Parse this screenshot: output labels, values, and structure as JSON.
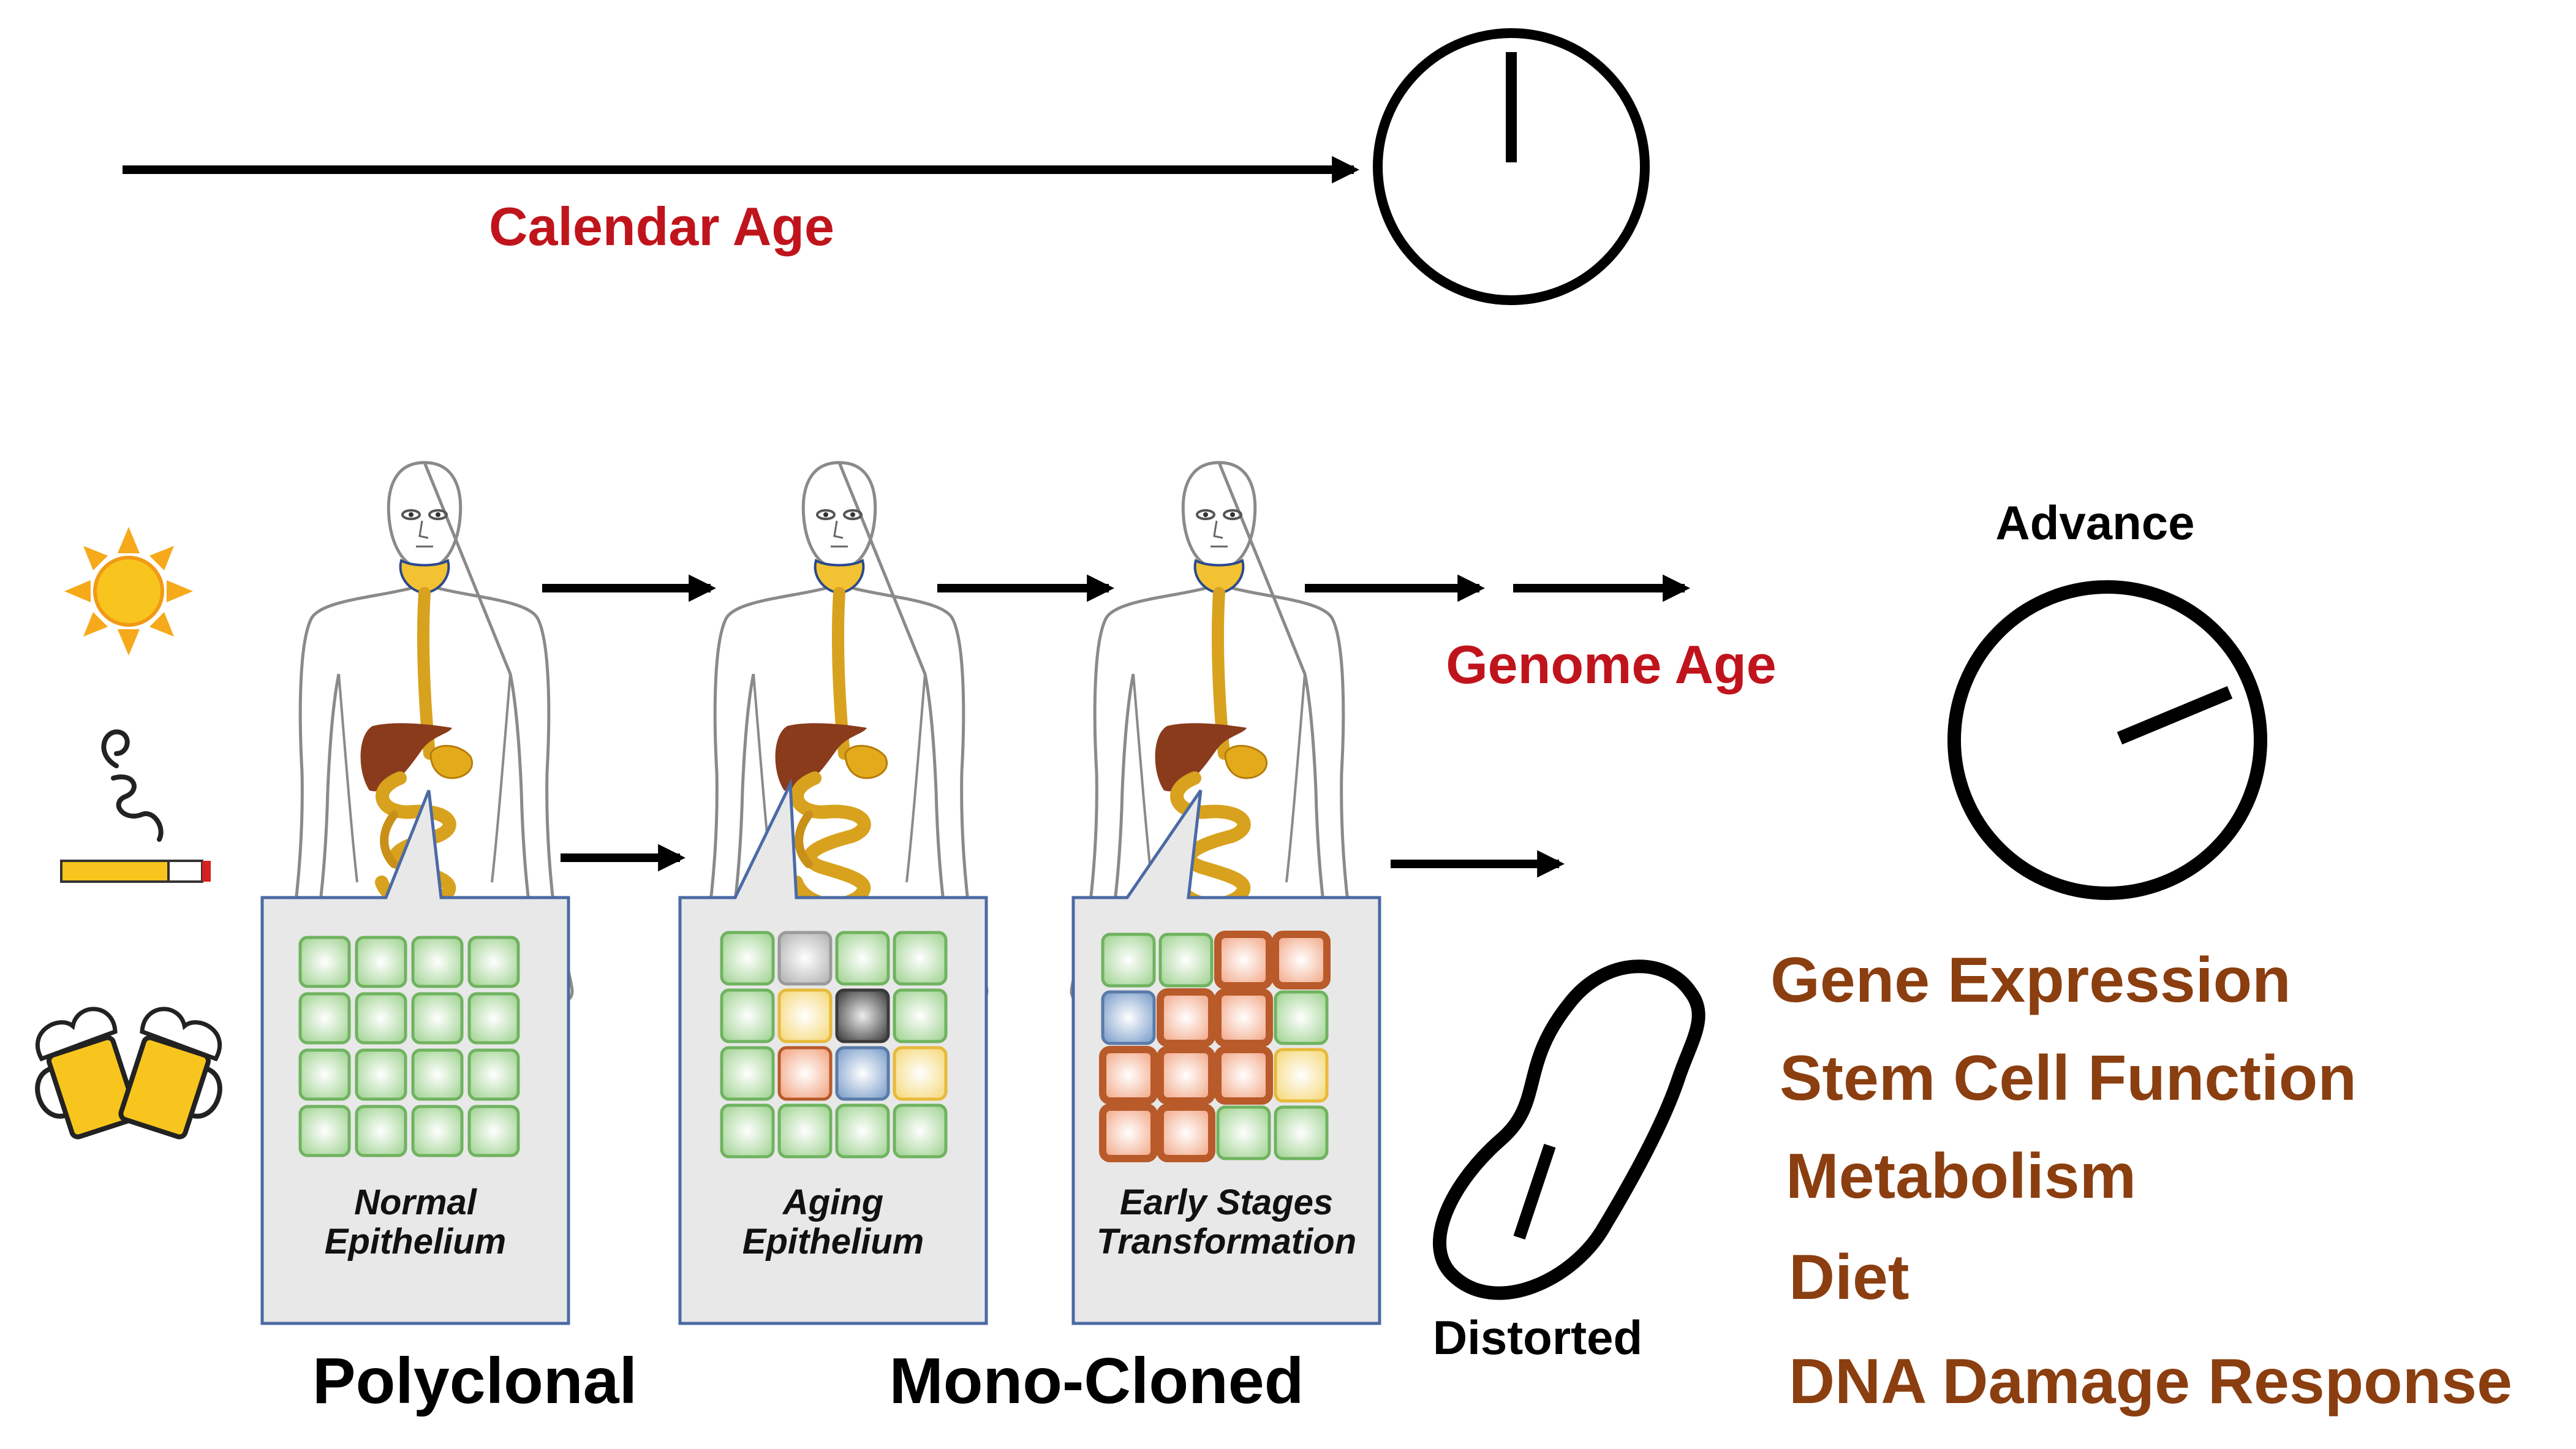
{
  "labels": {
    "calendar_age": "Calendar Age",
    "genome_age": "Genome Age",
    "advance": "Advance",
    "distorted": "Distorted",
    "polyclonal": "Polyclonal",
    "mono_cloned": "Mono-Cloned"
  },
  "panels": [
    {
      "line1": "Normal",
      "line2": "Epithelium"
    },
    {
      "line1": "Aging",
      "line2": "Epithelium"
    },
    {
      "line1": "Early Stages",
      "line2": "Transformation"
    }
  ],
  "factors": [
    "Gene Expression",
    "Stem Cell Function",
    "Metabolism",
    "Diet",
    "DNA Damage Response"
  ],
  "risk_icons": [
    "sun-icon",
    "cigarette-icon",
    "beer-mugs-icon"
  ],
  "colors": {
    "red_label": "#c0141c",
    "brown_label": "#8b3e0f",
    "cell_normal": "#bfe3b4",
    "cell_gray": "#d0d0d0",
    "cell_dark": "#6f6f6f",
    "cell_yellow": "#fbe9a8",
    "cell_orange": "#f8c7b0",
    "cell_blue": "#a9c0dd",
    "panel_bg": "#e8e8e8",
    "panel_border": "#4b6aa5",
    "organ_gold": "#d8a21e",
    "organ_liver": "#8a3b1c"
  }
}
